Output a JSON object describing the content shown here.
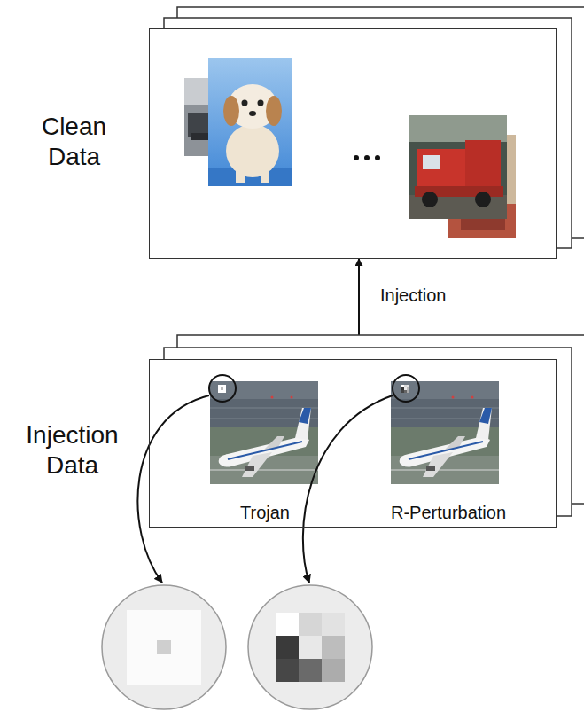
{
  "diagram": {
    "nodes": [
      {
        "text": [
          "Clean Data"
        ]
      },
      {
        "text": [
          "Injection Data"
        ]
      },
      {
        "text": [
          "Trojan"
        ],
        "in": 1
      },
      {
        "text": [
          "R-Perturbation"
        ],
        "in": 1
      }
    ],
    "edges": [
      {
        "from": 1,
        "to": 0,
        "arrow": "to",
        "label": "Injection"
      }
    ]
  }
}
